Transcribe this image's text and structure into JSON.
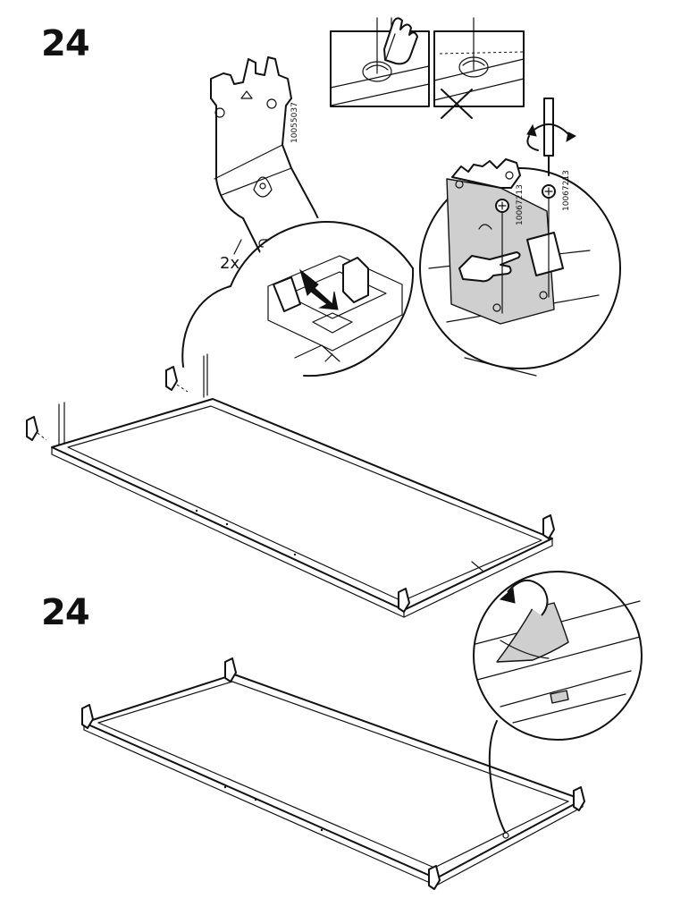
{
  "steps": [
    {
      "number": "24",
      "multiplier": "2x",
      "part_numbers": {
        "bracket": "10055037",
        "screw_left": "10067213",
        "screw_right": "10067213"
      }
    },
    {
      "number": "24"
    }
  ],
  "icons": [
    "hand-press-icon",
    "cross-mark-icon",
    "rotate-arrow-icon",
    "pointing-hand-icon",
    "down-arrow-icon",
    "tape-arrow-icon"
  ]
}
